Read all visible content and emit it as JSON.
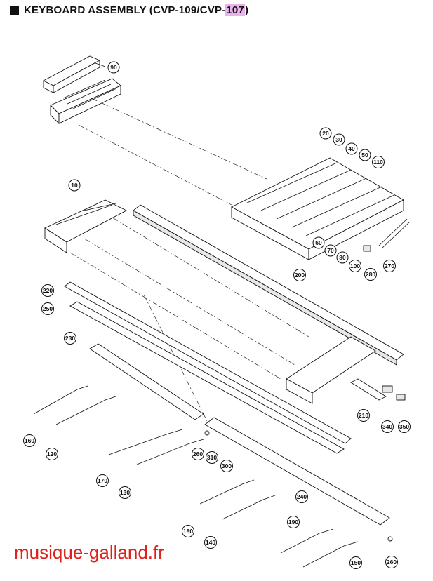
{
  "title": {
    "main": "KEYBOARD ASSEMBLY (CVP-109/CVP-",
    "highlight": "107",
    "suffix": ")"
  },
  "watermark": "musique-galland.fr",
  "callouts": [
    {
      "id": "c90",
      "label": "90"
    },
    {
      "id": "c20",
      "label": "20"
    },
    {
      "id": "c30",
      "label": "30"
    },
    {
      "id": "c40",
      "label": "40"
    },
    {
      "id": "c50",
      "label": "50"
    },
    {
      "id": "c110",
      "label": "110"
    },
    {
      "id": "c10",
      "label": "10"
    },
    {
      "id": "c60",
      "label": "60"
    },
    {
      "id": "c70",
      "label": "70"
    },
    {
      "id": "c80",
      "label": "80"
    },
    {
      "id": "c100",
      "label": "100"
    },
    {
      "id": "c280",
      "label": "280"
    },
    {
      "id": "c270",
      "label": "270"
    },
    {
      "id": "c200",
      "label": "200"
    },
    {
      "id": "c220",
      "label": "220"
    },
    {
      "id": "c250a",
      "label": "250"
    },
    {
      "id": "c230",
      "label": "230"
    },
    {
      "id": "c210",
      "label": "210"
    },
    {
      "id": "c340",
      "label": "340"
    },
    {
      "id": "c350",
      "label": "350"
    },
    {
      "id": "c160",
      "label": "160"
    },
    {
      "id": "c120",
      "label": "120"
    },
    {
      "id": "c260a",
      "label": "260"
    },
    {
      "id": "c310",
      "label": "310"
    },
    {
      "id": "c300",
      "label": "300"
    },
    {
      "id": "c170",
      "label": "170"
    },
    {
      "id": "c130",
      "label": "130"
    },
    {
      "id": "c240",
      "label": "240"
    },
    {
      "id": "c180",
      "label": "180"
    },
    {
      "id": "c140",
      "label": "140"
    },
    {
      "id": "c190",
      "label": "190"
    },
    {
      "id": "c150",
      "label": "150"
    },
    {
      "id": "c260b",
      "label": "260"
    }
  ]
}
